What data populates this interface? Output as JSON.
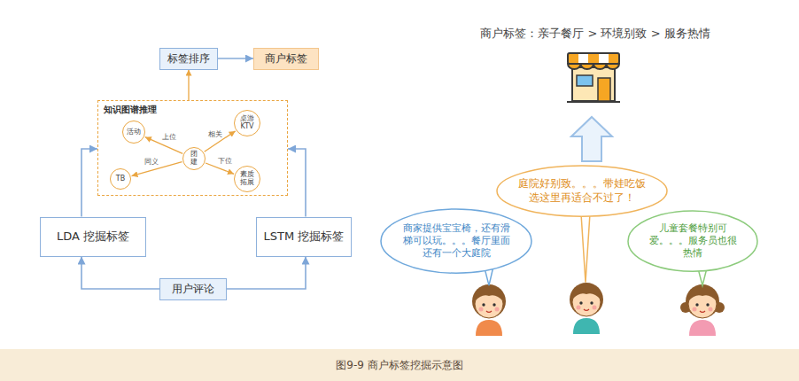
{
  "diagram": {
    "caption": "图9-9 商户标签挖掘示意图",
    "nodes": [
      {
        "text": [
          "标签排序"
        ]
      },
      {
        "text": [
          "商户标签"
        ]
      },
      {
        "text": [
          "知识图谱推理"
        ]
      },
      {
        "text": [
          "活动"
        ],
        "in": 2
      },
      {
        "text": [
          "桌游 KTV"
        ],
        "in": 2
      },
      {
        "text": [
          "团建"
        ],
        "in": 2
      },
      {
        "text": [
          "TB"
        ],
        "in": 2
      },
      {
        "text": [
          "素质 拓展"
        ],
        "in": 2
      },
      {
        "text": [
          "LDA 挖掘标签"
        ]
      },
      {
        "text": [
          "LSTM 挖掘标签"
        ]
      },
      {
        "text": [
          "用户评论"
        ]
      },
      {
        "text": [
          "商家提供宝宝椅，还有滑 梯可以玩。。。餐厅里面 还有一个大庭院"
        ]
      },
      {
        "text": [
          "庭院好别致。。。带娃吃饭 选这里再适合不过了！"
        ]
      },
      {
        "text": [
          "儿童套餐特别可 爱。。。服务员也很 热情"
        ]
      }
    ],
    "edges": [
      {
        "from": 0,
        "to": 1,
        "arrow": "to"
      },
      {
        "from": 2,
        "to": 0,
        "arrow": "to"
      },
      {
        "from": 5,
        "to": 3,
        "label": "上位",
        "arrow": "to"
      },
      {
        "from": 5,
        "to": 4,
        "label": "相关",
        "arrow": "to"
      },
      {
        "from": 5,
        "to": 6,
        "label": "同义",
        "arrow": "to"
      },
      {
        "from": 5,
        "to": 7,
        "label": "下位",
        "arrow": "to"
      },
      {
        "from": 10,
        "to": 8,
        "arrow": "to"
      },
      {
        "from": 10,
        "to": 9,
        "arrow": "to"
      },
      {
        "from": 8,
        "to": 2,
        "arrow": "to"
      },
      {
        "from": 9,
        "to": 2,
        "arrow": "to"
      }
    ],
    "labels": [
      "商户标签：亲子餐厅 > 环境别致 > 服务热情"
    ]
  }
}
